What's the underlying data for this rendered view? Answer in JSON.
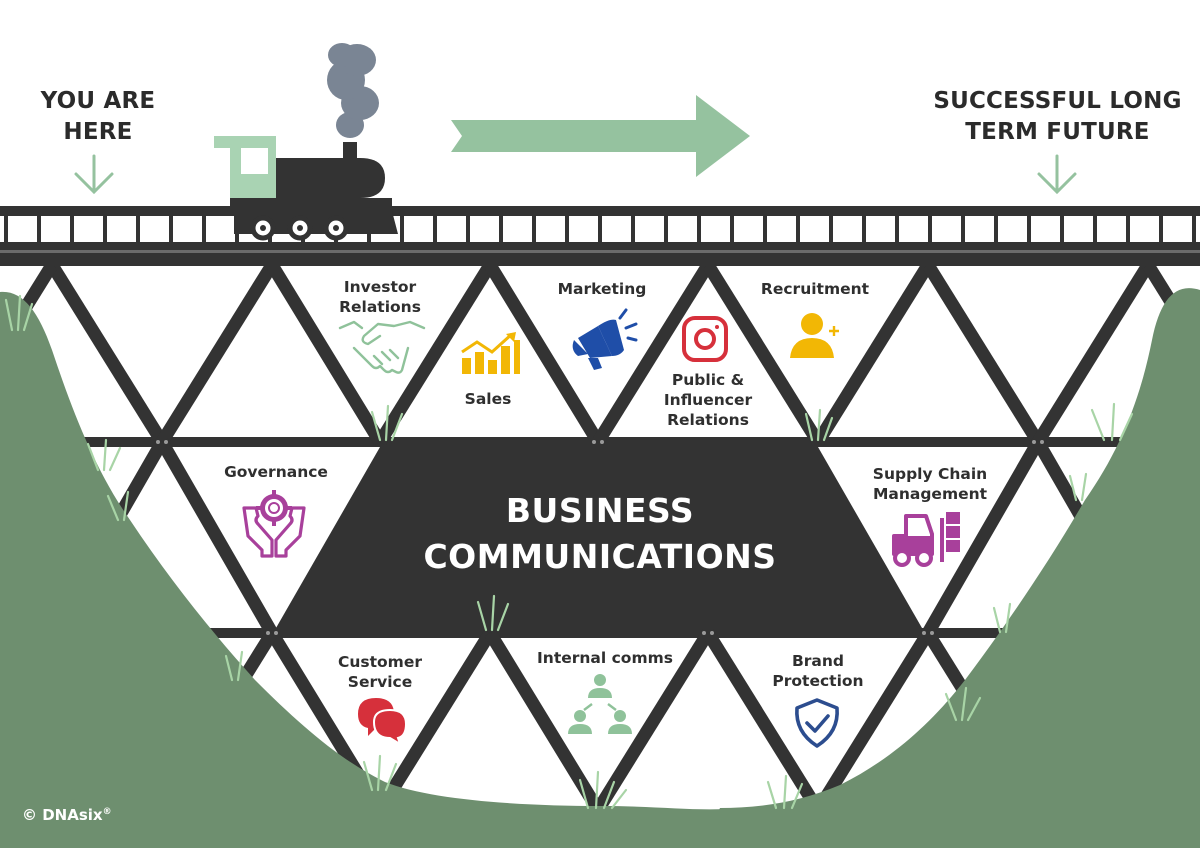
{
  "header": {
    "you_are_here_line1": "YOU ARE",
    "you_are_here_line2": "HERE",
    "future_line1": "SUCCESSFUL LONG",
    "future_line2": "TERM FUTURE"
  },
  "center": {
    "line1": "BUSINESS",
    "line2": "COMMUNICATIONS"
  },
  "areas": {
    "investor_relations": [
      "Investor",
      "Relations"
    ],
    "sales": [
      "Sales"
    ],
    "marketing": [
      "Marketing"
    ],
    "public_influencer_relations": [
      "Public &",
      "Influencer",
      "Relations"
    ],
    "recruitment": [
      "Recruitment"
    ],
    "governance": [
      "Governance"
    ],
    "supply_chain": [
      "Supply Chain",
      "Management"
    ],
    "customer_service": [
      "Customer",
      "Service"
    ],
    "internal_comms": [
      "Internal comms"
    ],
    "brand_protection": [
      "Brand",
      "Protection"
    ]
  },
  "footer": {
    "copyright": "© DNAsix",
    "registered": "®"
  },
  "colors": {
    "hill": "#6e8f6f",
    "truss": "#333333",
    "arrow": "#95c29f",
    "train_green": "#a9d3b3",
    "smoke": "#7a8594",
    "sales_gold": "#f2b705",
    "megaphone_blue": "#1f4ea8",
    "instagram_red": "#d6303b",
    "governance_purple": "#a8409b",
    "chat_red": "#d6303b",
    "people_green": "#8fc29a",
    "shield_navy": "#2c4d8f"
  },
  "icons": {
    "handshake": "handshake-icon",
    "bar_chart": "bar-chart-icon",
    "megaphone": "megaphone-icon",
    "instagram": "instagram-icon",
    "person_add": "person-add-icon",
    "hands_gear": "hands-gear-icon",
    "forklift": "forklift-icon",
    "chat": "chat-bubbles-icon",
    "people_network": "people-network-icon",
    "shield_check": "shield-check-icon"
  }
}
